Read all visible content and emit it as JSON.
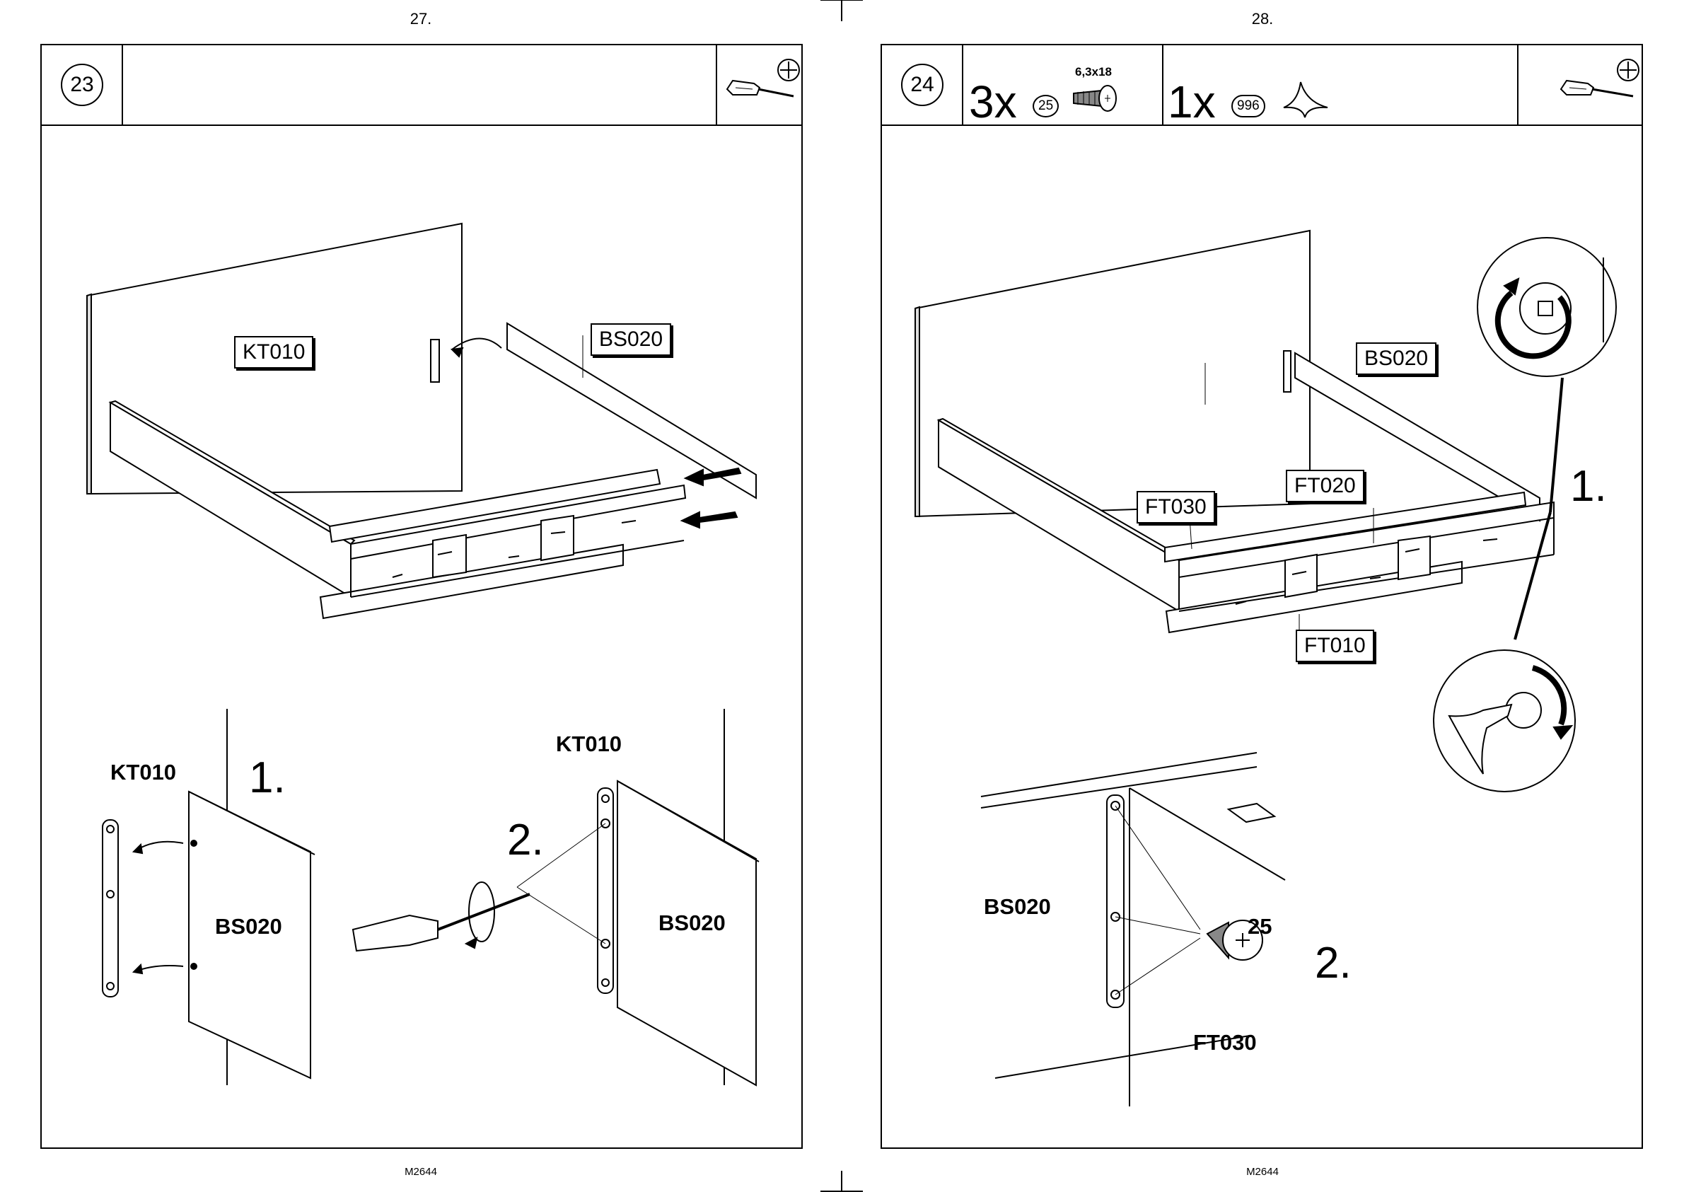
{
  "left_page": {
    "page_number": "27.",
    "footer": "M2644",
    "step": "23",
    "tool_icons": [
      "screwdriver-icon",
      "phillips-head-icon"
    ],
    "main_labels": {
      "kt010": "KT010",
      "bs020": "BS020"
    },
    "detail": {
      "left_label_kt": "KT010",
      "left_label_bs": "BS020",
      "step1": "1.",
      "step2": "2.",
      "right_label_kt": "KT010",
      "right_label_bs": "BS020"
    }
  },
  "right_page": {
    "page_number": "28.",
    "footer": "M2644",
    "step": "24",
    "parts": [
      {
        "quantity": "3x",
        "part_number": "25",
        "size": "6,3x18",
        "icon": "screw-icon"
      },
      {
        "quantity": "1x",
        "part_number": "996",
        "icon": "key-tool-icon"
      }
    ],
    "tool_icons": [
      "screwdriver-icon",
      "phillips-head-icon"
    ],
    "main_labels": {
      "bs020": "BS020",
      "ft020": "FT020",
      "ft030": "FT030",
      "ft010": "FT010"
    },
    "step1": "1.",
    "detail": {
      "bs_label": "BS020",
      "screw_number": "25",
      "step2": "2.",
      "ft_label": "FT030"
    }
  }
}
